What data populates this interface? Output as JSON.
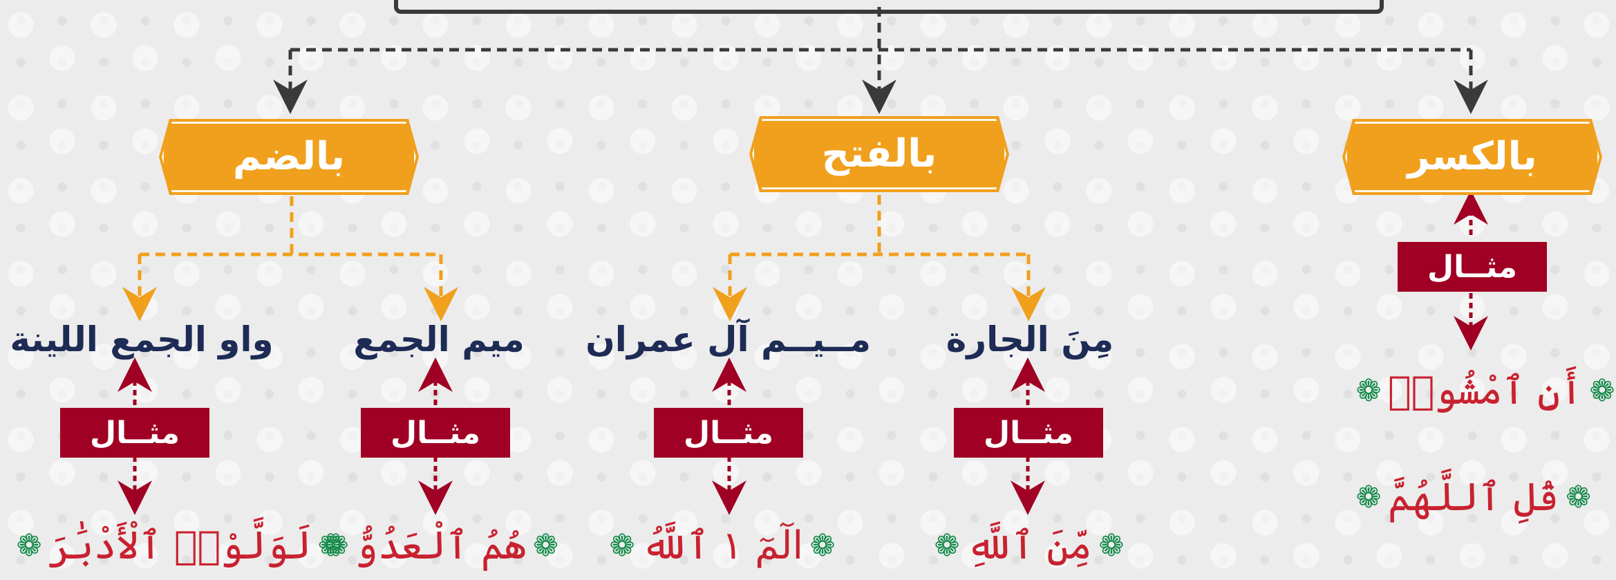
{
  "colors": {
    "category_fill": "#f0a01c",
    "example_fill": "#a00023",
    "label_text": "#1d2b55",
    "verse_text": "#c8212f",
    "ornament": "#148a4a",
    "connector_gray": "#3a3a3a",
    "connector_orange": "#f0a01c"
  },
  "categories": {
    "kasr": "بالكسر",
    "fath": "بالفتح",
    "damm": "بالضم"
  },
  "example_label": "مثــال",
  "sub_items": {
    "min_jarra": "مِنَ الجارة",
    "mim_al_imran": "مــيــم آل عمران",
    "mim_jam": "ميم الجمع",
    "waw_jam": "واو الجمع اللينة"
  },
  "verses": {
    "kasr_1": "أَنِ ٱمْشُوا۟",
    "kasr_2": "قُلِ ٱللَّهُمَّ",
    "min_jarra": "مِّنَ ٱللَّهِ",
    "mim_al_imran": "الٓمٓ ١ ٱللَّهُ",
    "mim_jam": "هُمُ ٱلْعَدُوُّ",
    "waw_jam": "لَوَلَّوْا۟ ٱلْأَدْبَٰرَ"
  },
  "icons": {
    "ornament": "ornament-icon",
    "arrow": "arrow-icon"
  }
}
